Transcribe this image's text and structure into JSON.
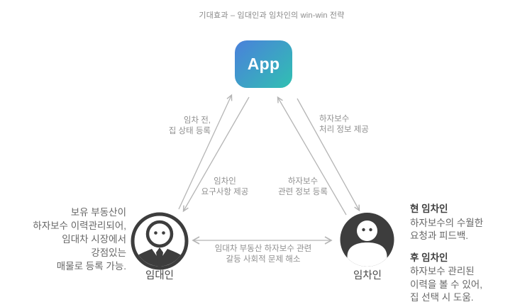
{
  "title": "기대효과 – 임대인과 임차인의 win-win 전략",
  "app": {
    "label": "App"
  },
  "actors": {
    "landlord": {
      "label": "임대인"
    },
    "tenant": {
      "label": "임차인"
    }
  },
  "arrows": {
    "landlord_to_app": "임차 전,\n집 상태 등록",
    "app_to_landlord": "임차인\n요구사항 제공",
    "tenant_to_app": "하자보수\n관련 정보 등록",
    "app_to_tenant": "하자보수\n처리 정보 제공",
    "landlord_tenant": "임대차 부동산 하자보수 관련\n갈등 사회적 문제 해소"
  },
  "left_panel": {
    "text": "보유 부동산이\n하자보수 이력관리되어,\n임대차 시장에서\n강점있는\n매물로 등록 가능."
  },
  "right_panel": {
    "current_title": "현 임차인",
    "current_body": "하자보수의 수월한\n요청과 피드백.",
    "later_title": "후 임차인",
    "later_body": "하자보수 관리된\n이력을 볼 수 있어,\n집 선택 시 도움."
  },
  "colors": {
    "app_gradient_from": "#4a80db",
    "app_gradient_to": "#31c0b2",
    "arrow": "#b5b5b5",
    "icon_dark": "#3d3d3d"
  }
}
